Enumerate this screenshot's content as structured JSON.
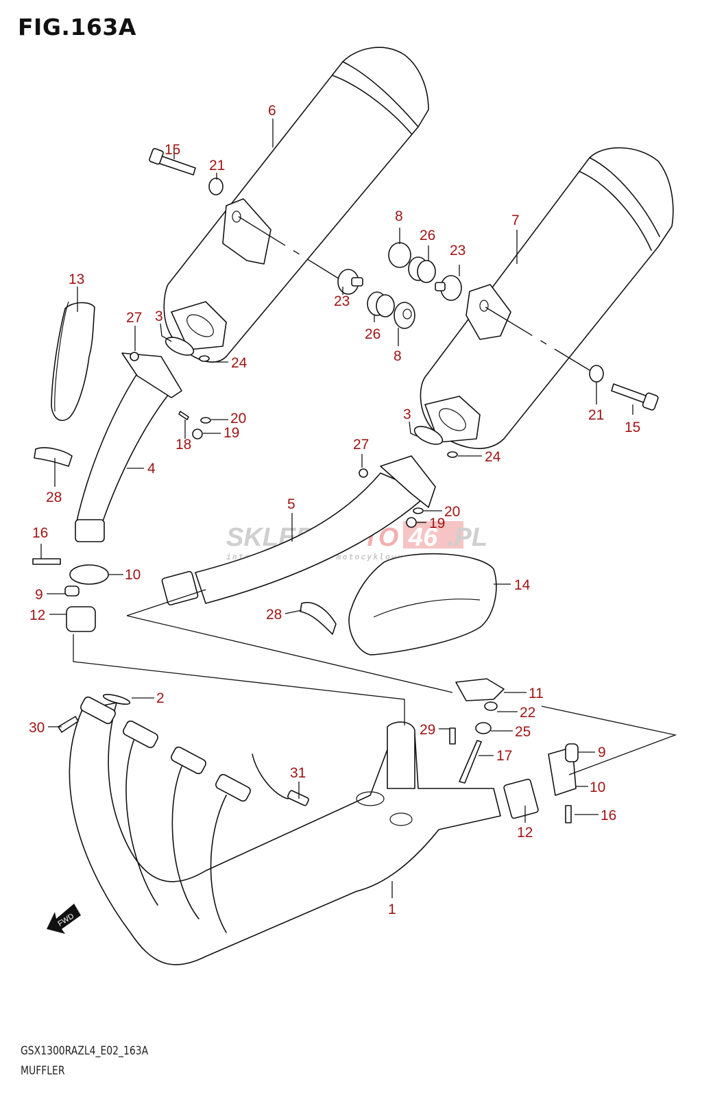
{
  "figure": {
    "title": "FIG.163A",
    "model_code": "GSX1300RAZL4_E02_163A",
    "section_name": "MUFFLER",
    "label_color": "#a01414",
    "line_color": "#111111"
  },
  "watermark": {
    "brand_part1": "SKLEP",
    "brand_part2": "MOTO",
    "brand_part3": "46",
    "brand_part4": ".PL",
    "tagline": "internetowy sklep motocyklowy",
    "color_gray": "#c8c8c8",
    "color_red": "#f2a8a8"
  },
  "direction_marker": {
    "icon": "fwd-arrow-icon",
    "label": "FWD"
  },
  "callouts": [
    {
      "id": "c6",
      "text": "6"
    },
    {
      "id": "c15a",
      "text": "15"
    },
    {
      "id": "c21a",
      "text": "21"
    },
    {
      "id": "c8a",
      "text": "8"
    },
    {
      "id": "c26a",
      "text": "26"
    },
    {
      "id": "c23a",
      "text": "23"
    },
    {
      "id": "c7",
      "text": "7"
    },
    {
      "id": "c13",
      "text": "13"
    },
    {
      "id": "c27a",
      "text": "27"
    },
    {
      "id": "c3a",
      "text": "3"
    },
    {
      "id": "c23b",
      "text": "23"
    },
    {
      "id": "c26b",
      "text": "26"
    },
    {
      "id": "c8b",
      "text": "8"
    },
    {
      "id": "c24a",
      "text": "24"
    },
    {
      "id": "c20a",
      "text": "20"
    },
    {
      "id": "c19a",
      "text": "19"
    },
    {
      "id": "c18",
      "text": "18"
    },
    {
      "id": "c21b",
      "text": "21"
    },
    {
      "id": "c15b",
      "text": "15"
    },
    {
      "id": "c3b",
      "text": "3"
    },
    {
      "id": "c24b",
      "text": "24"
    },
    {
      "id": "c27b",
      "text": "27"
    },
    {
      "id": "c28a",
      "text": "28"
    },
    {
      "id": "c4",
      "text": "4"
    },
    {
      "id": "c5",
      "text": "5"
    },
    {
      "id": "c20b",
      "text": "20"
    },
    {
      "id": "c19b",
      "text": "19"
    },
    {
      "id": "c16a",
      "text": "16"
    },
    {
      "id": "c10a",
      "text": "10"
    },
    {
      "id": "c14",
      "text": "14"
    },
    {
      "id": "c9a",
      "text": "9"
    },
    {
      "id": "c12a",
      "text": "12"
    },
    {
      "id": "c28b",
      "text": "28"
    },
    {
      "id": "c11",
      "text": "11"
    },
    {
      "id": "c2",
      "text": "2"
    },
    {
      "id": "c22",
      "text": "22"
    },
    {
      "id": "c30",
      "text": "30"
    },
    {
      "id": "c29",
      "text": "29"
    },
    {
      "id": "c25",
      "text": "25"
    },
    {
      "id": "c9b",
      "text": "9"
    },
    {
      "id": "c17",
      "text": "17"
    },
    {
      "id": "c31",
      "text": "31"
    },
    {
      "id": "c10b",
      "text": "10"
    },
    {
      "id": "c16b",
      "text": "16"
    },
    {
      "id": "c12b",
      "text": "12"
    },
    {
      "id": "c1",
      "text": "1"
    }
  ]
}
